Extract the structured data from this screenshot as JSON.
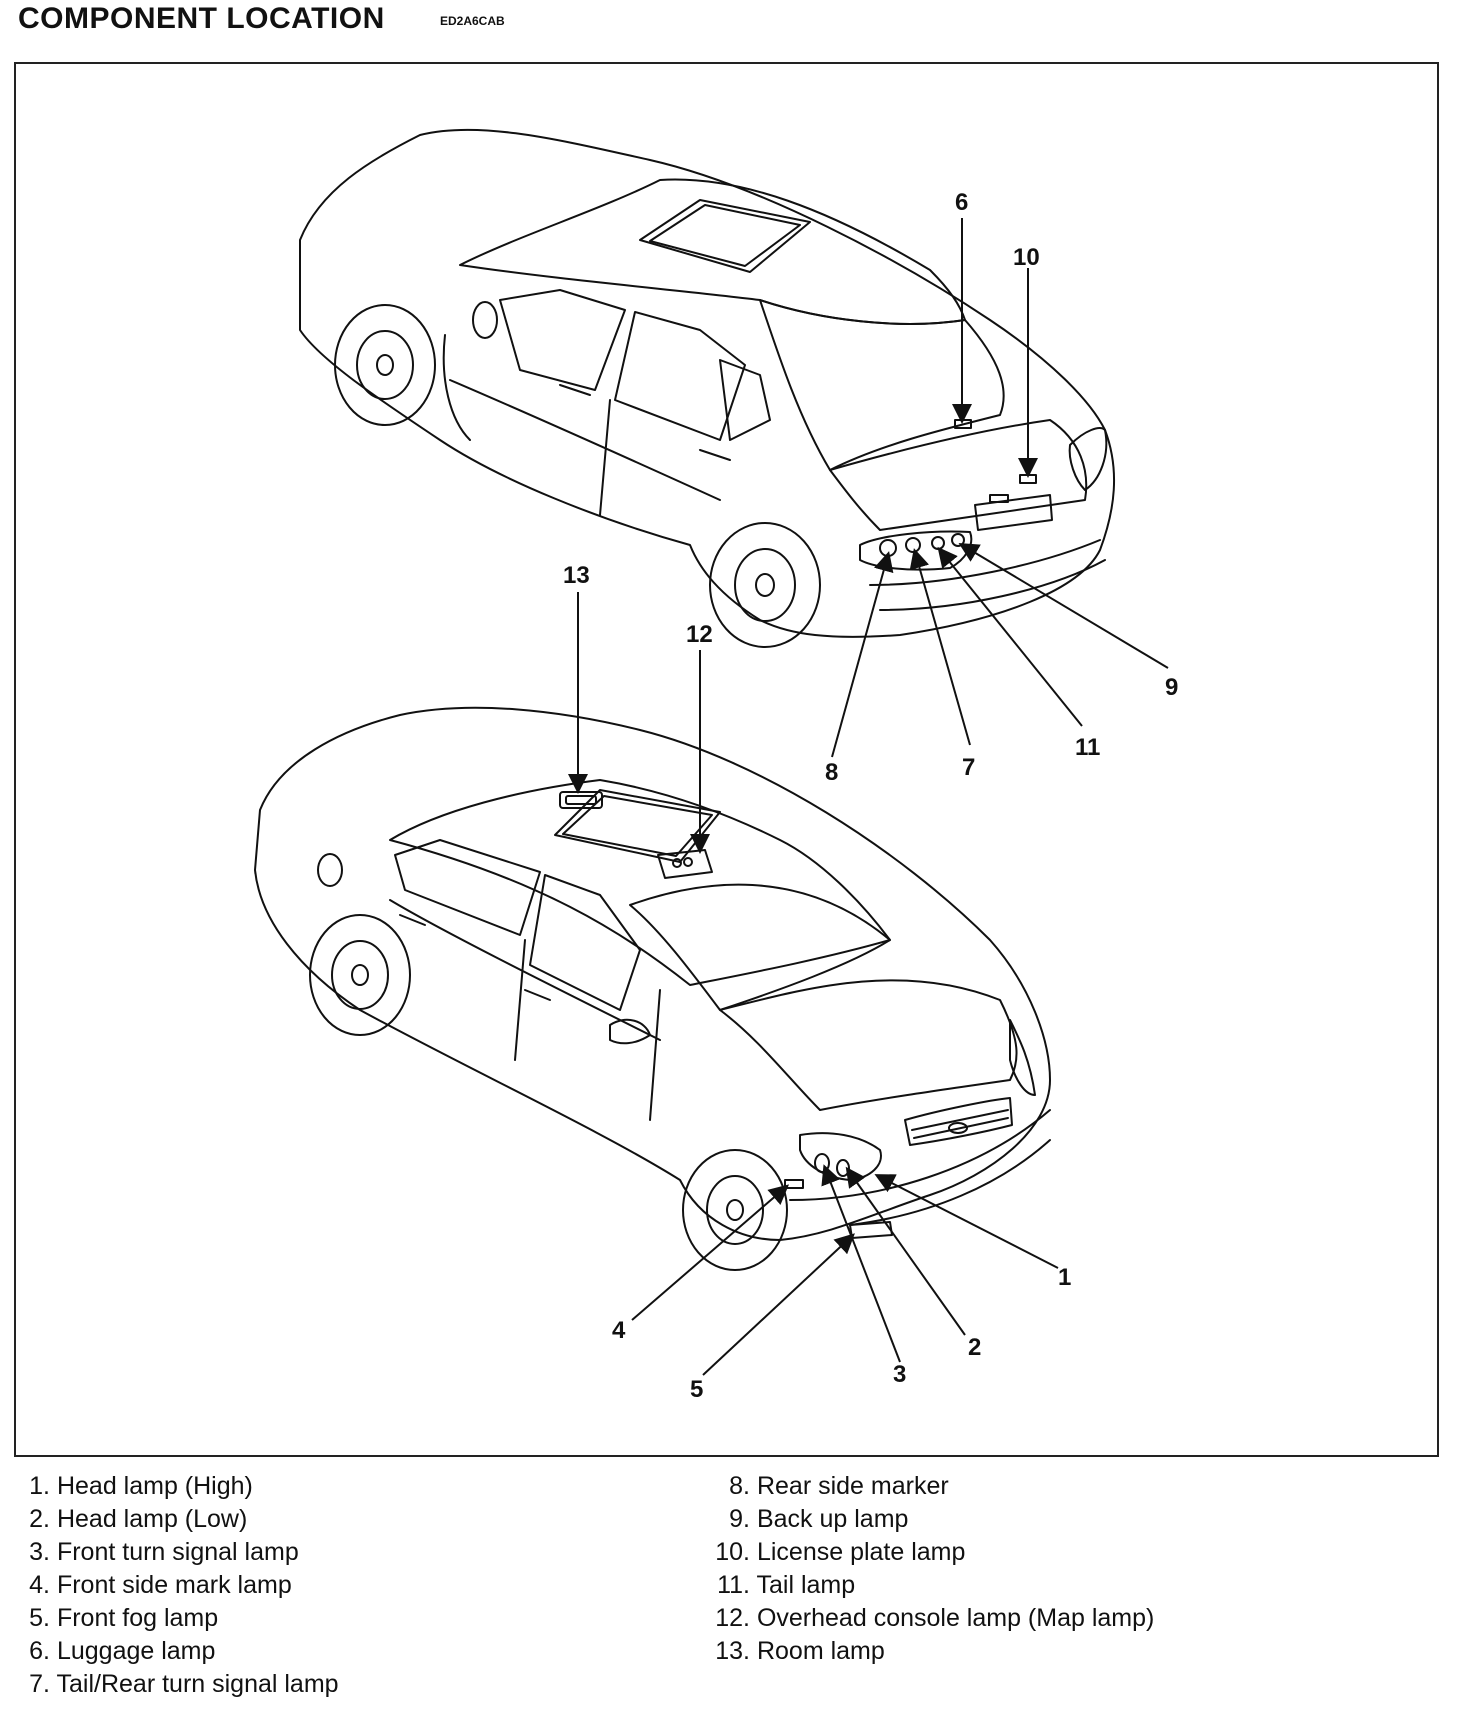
{
  "header": {
    "title": "COMPONENT LOCATION",
    "code": "ED2A6CAB"
  },
  "callouts": [
    "1",
    "2",
    "3",
    "4",
    "5",
    "6",
    "7",
    "8",
    "9",
    "10",
    "11",
    "12",
    "13"
  ],
  "legend": {
    "left": [
      {
        "num": "1.",
        "label": "Head lamp (High)"
      },
      {
        "num": "2.",
        "label": "Head lamp (Low)"
      },
      {
        "num": "3.",
        "label": "Front turn signal lamp"
      },
      {
        "num": "4.",
        "label": "Front side mark lamp"
      },
      {
        "num": "5.",
        "label": "Front fog lamp"
      },
      {
        "num": "6.",
        "label": "Luggage lamp"
      },
      {
        "num": "7.",
        "label": "Tail/Rear turn signal lamp"
      }
    ],
    "right": [
      {
        "num": "8.",
        "label": "Rear side marker"
      },
      {
        "num": "9.",
        "label": "Back up lamp"
      },
      {
        "num": "10.",
        "label": "License plate lamp"
      },
      {
        "num": "11.",
        "label": "Tail lamp"
      },
      {
        "num": "12.",
        "label": "Overhead console lamp (Map lamp)"
      },
      {
        "num": "13.",
        "label": "Room lamp"
      }
    ]
  }
}
